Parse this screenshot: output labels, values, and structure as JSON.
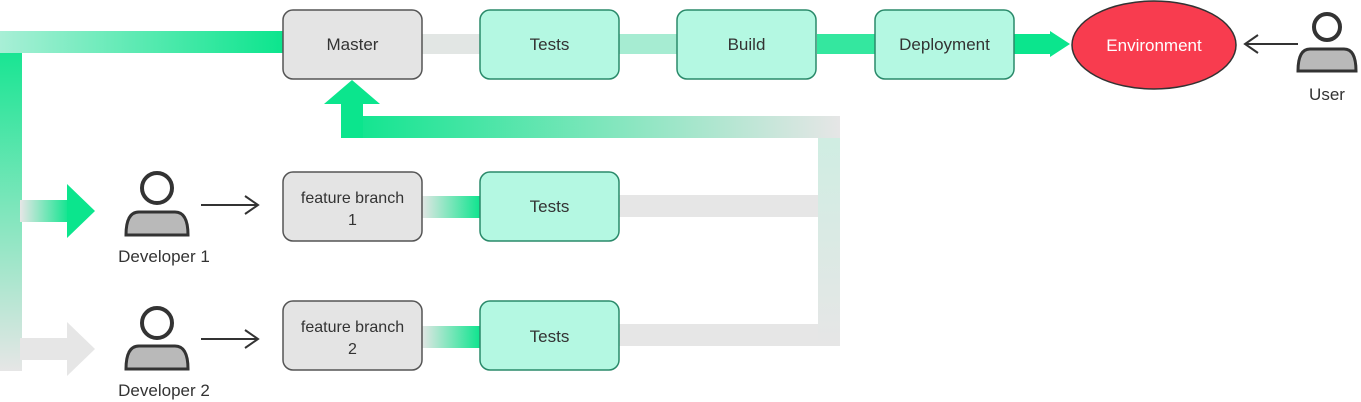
{
  "master": {
    "label": "Master"
  },
  "pipeline": {
    "tests": "Tests",
    "build": "Build",
    "deployment": "Deployment",
    "environment": "Environment"
  },
  "user": {
    "label": "User"
  },
  "feature1": {
    "line1": "feature branch",
    "line2": "1",
    "tests": "Tests"
  },
  "feature2": {
    "line1": "feature branch",
    "line2": "2",
    "tests": "Tests"
  },
  "developer1": {
    "label": "Developer 1"
  },
  "developer2": {
    "label": "Developer 2"
  },
  "colors": {
    "accent_green": "#0be58d",
    "box_mint": "#b4f8e2",
    "box_mint_border": "#2a8a6a",
    "box_grey": "#e4e4e4",
    "box_grey_border": "#555555",
    "environment_red": "#f83c4f",
    "track_grey": "#e4e4e4",
    "icon_dark": "#333333",
    "icon_body": "#b9b9b9"
  },
  "icons": [
    "user-icon",
    "developer-1-icon",
    "developer-2-icon",
    "arrow-right-icon",
    "arrow-left-icon"
  ]
}
